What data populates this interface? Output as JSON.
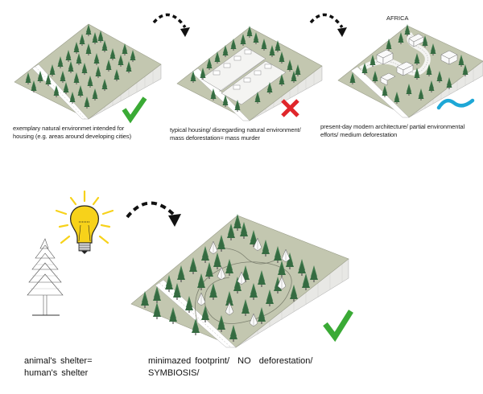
{
  "panels": [
    {
      "id": "natural",
      "caption_line1": "exemplary natural environmet intended for",
      "caption_line2": "housing (e.g. areas around developing cities)",
      "verdict": "checkmark",
      "verdict_color": "#3aaa35"
    },
    {
      "id": "typical-housing",
      "caption_line1": "typical housing/ disregarding natural environment/",
      "caption_line2": "mass deforestation= mass murder",
      "verdict": "cross",
      "verdict_color": "#e0262b"
    },
    {
      "id": "modern-architecture",
      "label": "AFRICA",
      "caption_line1": "present-day modern architecture/ partial environmental",
      "caption_line2": "efforts/ medium deforestation",
      "verdict": "tilde",
      "verdict_color": "#1ea7d6"
    },
    {
      "id": "symbiosis",
      "caption_line1": "minimazed footprint/  NO  deforestation/",
      "caption_line2": "SYMBIOSIS/",
      "verdict": "checkmark",
      "verdict_color": "#3aaa35"
    }
  ],
  "idea": {
    "caption_line1": "animal's shelter=",
    "caption_line2": "human's shelter",
    "bulb_color": "#f7d21a"
  },
  "colors": {
    "terrain": "#c3c7b0",
    "terrain_side": "#e6e6e3",
    "tree": "#3f7a4c",
    "tree_dark": "#2d5e3a",
    "road": "#ffffff",
    "arrow": "#111111"
  }
}
